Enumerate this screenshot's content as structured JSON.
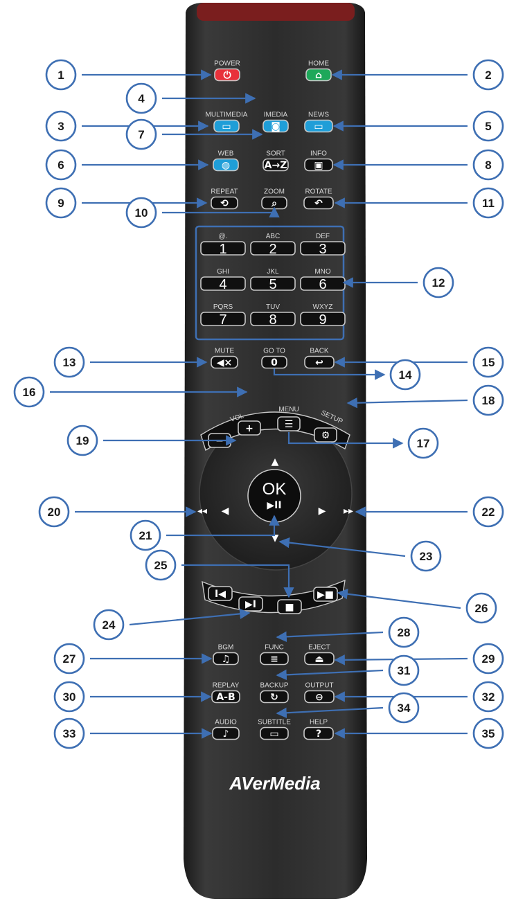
{
  "brand": "AVerMedia",
  "callout_color": "#3e6fb3",
  "buttons": {
    "power": {
      "label": "POWER",
      "glyph": "⏻",
      "color": "#e8313a"
    },
    "home": {
      "label": "HOME",
      "glyph": "⌂",
      "color": "#1ea85a"
    },
    "multimedia": {
      "label": "MULTIMEDIA",
      "glyph": "▭",
      "color": "#1f9ed8"
    },
    "imedia": {
      "label": "IMEDIA",
      "glyph": "◙",
      "color": "#1f9ed8"
    },
    "news": {
      "label": "NEWS",
      "glyph": "▭",
      "color": "#1f9ed8"
    },
    "web": {
      "label": "WEB",
      "glyph": "◍",
      "color": "#1f9ed8"
    },
    "sort": {
      "label": "SORT",
      "glyph": "A→Z"
    },
    "info": {
      "label": "INFO",
      "glyph": "▣"
    },
    "repeat": {
      "label": "REPEAT",
      "glyph": "⟲"
    },
    "zoom": {
      "label": "ZOOM",
      "glyph": "⌕"
    },
    "rotate": {
      "label": "ROTATE",
      "glyph": "↶"
    },
    "mute": {
      "label": "MUTE",
      "glyph": "◀×"
    },
    "goto": {
      "label": "GO TO",
      "glyph": "0"
    },
    "back": {
      "label": "BACK",
      "glyph": "↩"
    },
    "vol": {
      "label": "VOL",
      "minus": "−",
      "plus": "+"
    },
    "menu": {
      "label": "MENU",
      "glyph": "☰"
    },
    "setup": {
      "label": "SETUP",
      "glyph": "⚙"
    },
    "ok": {
      "label": "OK",
      "glyph": "▶II"
    },
    "up": {
      "glyph": "▲"
    },
    "down": {
      "glyph": "▼"
    },
    "left": {
      "glyph": "◀"
    },
    "right": {
      "glyph": "▶"
    },
    "rew": {
      "glyph": "◂◂"
    },
    "ffwd": {
      "glyph": "▸▸"
    },
    "prev": {
      "glyph": "I◀"
    },
    "next": {
      "glyph": "▶I"
    },
    "stop": {
      "glyph": "■"
    },
    "slow": {
      "glyph": "▶■"
    },
    "bgm": {
      "label": "BGM",
      "glyph": "♫"
    },
    "func": {
      "label": "FUNC",
      "glyph": "≡"
    },
    "eject": {
      "label": "EJECT",
      "glyph": "⏏"
    },
    "replay": {
      "label": "REPLAY",
      "glyph": "A-B"
    },
    "backup": {
      "label": "BACKUP",
      "glyph": "↻"
    },
    "output": {
      "label": "OUTPUT",
      "glyph": "⊖"
    },
    "audio": {
      "label": "AUDIO",
      "glyph": "♪"
    },
    "subtitle": {
      "label": "SUBTITLE",
      "glyph": "▭"
    },
    "help": {
      "label": "HELP",
      "glyph": "?"
    }
  },
  "numpad": [
    {
      "letters": "@.",
      "digit": "1"
    },
    {
      "letters": "ABC",
      "digit": "2"
    },
    {
      "letters": "DEF",
      "digit": "3"
    },
    {
      "letters": "GHI",
      "digit": "4"
    },
    {
      "letters": "JKL",
      "digit": "5"
    },
    {
      "letters": "MNO",
      "digit": "6"
    },
    {
      "letters": "PQRS",
      "digit": "7"
    },
    {
      "letters": "TUV",
      "digit": "8"
    },
    {
      "letters": "WXYZ",
      "digit": "9"
    }
  ],
  "callouts": [
    "1",
    "2",
    "3",
    "4",
    "5",
    "6",
    "7",
    "8",
    "9",
    "10",
    "11",
    "12",
    "13",
    "14",
    "15",
    "16",
    "17",
    "18",
    "19",
    "20",
    "21",
    "22",
    "23",
    "24",
    "25",
    "26",
    "27",
    "28",
    "29",
    "30",
    "31",
    "32",
    "33",
    "34",
    "35"
  ]
}
